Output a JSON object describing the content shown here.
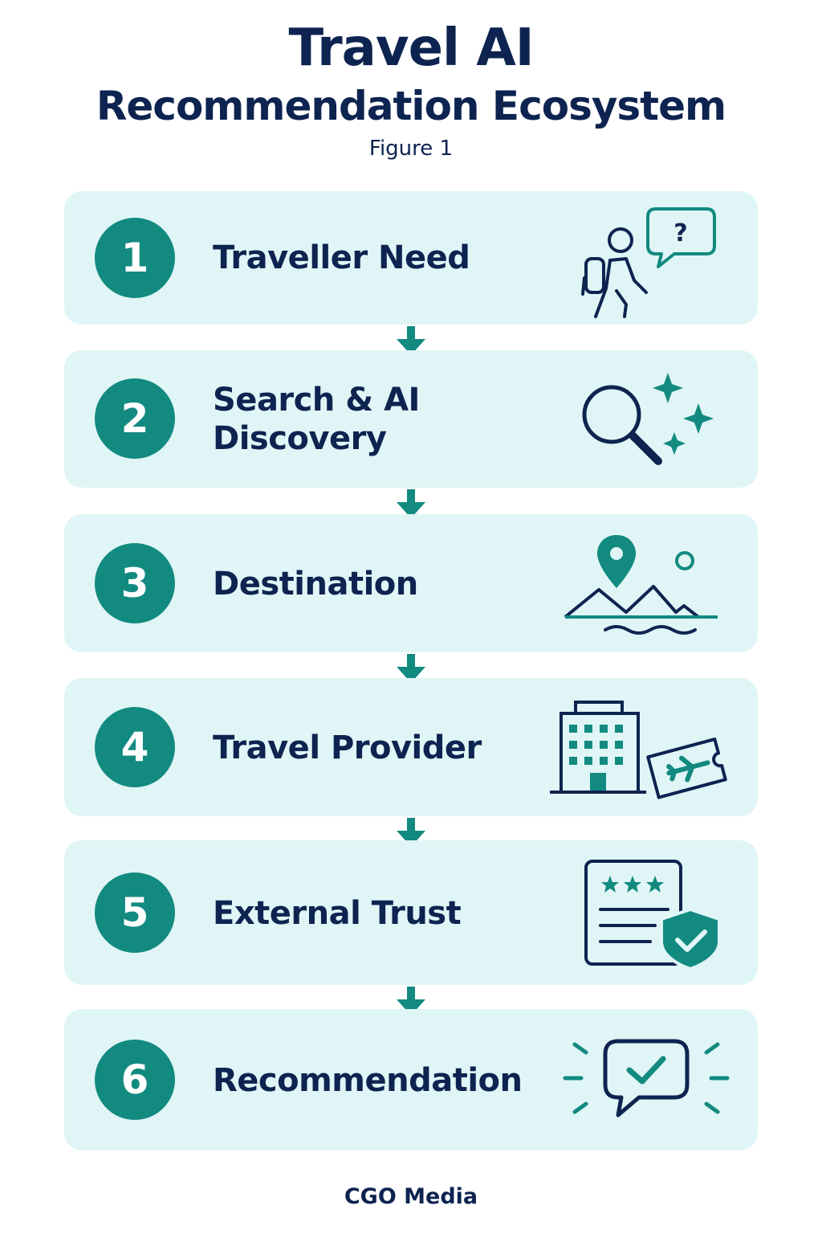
{
  "header": {
    "title_line1": "Travel AI",
    "title_line2": "Recommendation Ecosystem",
    "figure_label": "Figure 1"
  },
  "steps": [
    {
      "number": "1",
      "label": "Traveller Need",
      "icon": "traveller-question-icon"
    },
    {
      "number": "2",
      "label": "Search & AI Discovery",
      "icon": "search-sparkle-icon"
    },
    {
      "number": "3",
      "label": "Destination",
      "icon": "map-pin-mountains-icon"
    },
    {
      "number": "4",
      "label": "Travel Provider",
      "icon": "hotel-flight-ticket-icon"
    },
    {
      "number": "5",
      "label": "External Trust",
      "icon": "review-shield-icon"
    },
    {
      "number": "6",
      "label": "Recommendation",
      "icon": "approved-chat-icon"
    }
  ],
  "footer": {
    "credit": "CGO Media"
  },
  "colors": {
    "navy": "#0d2350",
    "teal": "#128a80",
    "card_bg": "#e0f5f6"
  }
}
